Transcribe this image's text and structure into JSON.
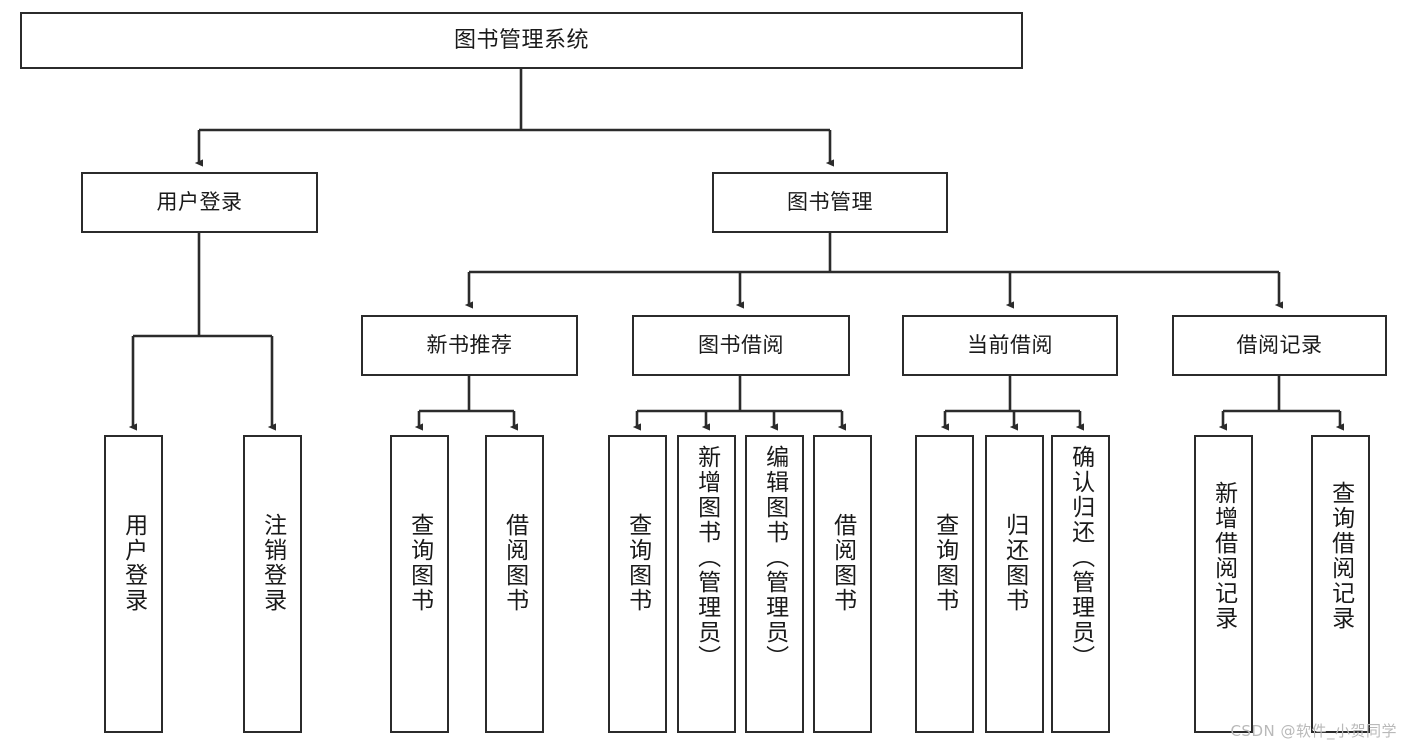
{
  "diagram": {
    "title": "图书管理系统",
    "type": "tree-hierarchy",
    "watermark": "CSDN @软件_小贺同学",
    "colors": {
      "border": "#2b2b2b",
      "background": "#ffffff",
      "text": "#1a1a1a",
      "watermark": "#b9b9b9"
    },
    "root": {
      "label": "图书管理系统"
    },
    "level2": [
      {
        "label": "用户登录"
      },
      {
        "label": "图书管理"
      }
    ],
    "level3": [
      {
        "label": "新书推荐"
      },
      {
        "label": "图书借阅"
      },
      {
        "label": "当前借阅"
      },
      {
        "label": "借阅记录"
      }
    ],
    "leaves": {
      "user_login": [
        {
          "label": "用户登录"
        },
        {
          "label": "注销登录"
        }
      ],
      "new_book_recommend": [
        {
          "label": "查询图书"
        },
        {
          "label": "借阅图书"
        }
      ],
      "book_borrow": [
        {
          "label": "查询图书"
        },
        {
          "label": "新增图书（管理员）"
        },
        {
          "label": "编辑图书（管理员）"
        },
        {
          "label": "借阅图书"
        }
      ],
      "current_borrow": [
        {
          "label": "查询图书"
        },
        {
          "label": "归还图书"
        },
        {
          "label": "确认归还（管理员）"
        }
      ],
      "borrow_record": [
        {
          "label": "新增借阅记录"
        },
        {
          "label": "查询借阅记录"
        }
      ]
    }
  }
}
